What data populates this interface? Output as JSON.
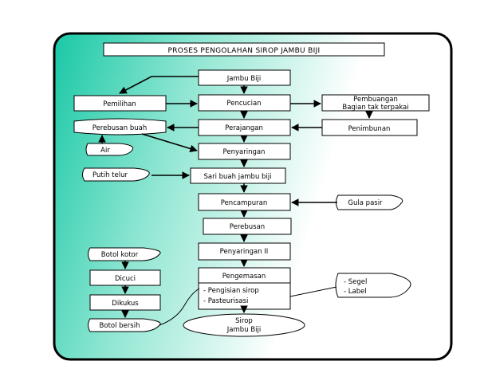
{
  "title": "PROSES PENGOLAHAN SIROP JAMBU BIJI",
  "colors": {
    "gradient_start": "#19c8a6",
    "gradient_mid": "#8fe6d2",
    "gradient_end": "#ffffff",
    "frame": "#000000"
  },
  "nodes": {
    "jambu_biji": "Jambu Biji",
    "pemilihan": "Pemilihan",
    "pencucian": "Pencucian",
    "pembuangan_1": "Pembuangan",
    "pembuangan_2": "Bagian tak terpakai",
    "perebusan_buah": "Perebusan buah",
    "perajangan": "Perajangan",
    "penimbunan": "Penimbunan",
    "air": "Air",
    "penyaringan": "Penyaringan",
    "putih_telur": "Putih telur",
    "sari_buah": "Sari buah jambu biji",
    "pencampuran": "Pencampuran",
    "gula_pasir": "Gula pasir",
    "perebusan": "Perebusan",
    "penyaringan_2": "Penyaringan II",
    "botol_kotor": "Botol kotor",
    "dicuci": "Dicuci",
    "dikukus": "Dikukus",
    "botol_bersih": "Botol bersih",
    "pengemasan": "Pengemasan",
    "pengisian_sirop": "- Pengisian sirop",
    "pasteurisasi": "- Pasteurisasi",
    "segel": "- Segel",
    "label": "- Label",
    "sirop_1": "Sirop",
    "sirop_2": "Jambu Biji"
  }
}
